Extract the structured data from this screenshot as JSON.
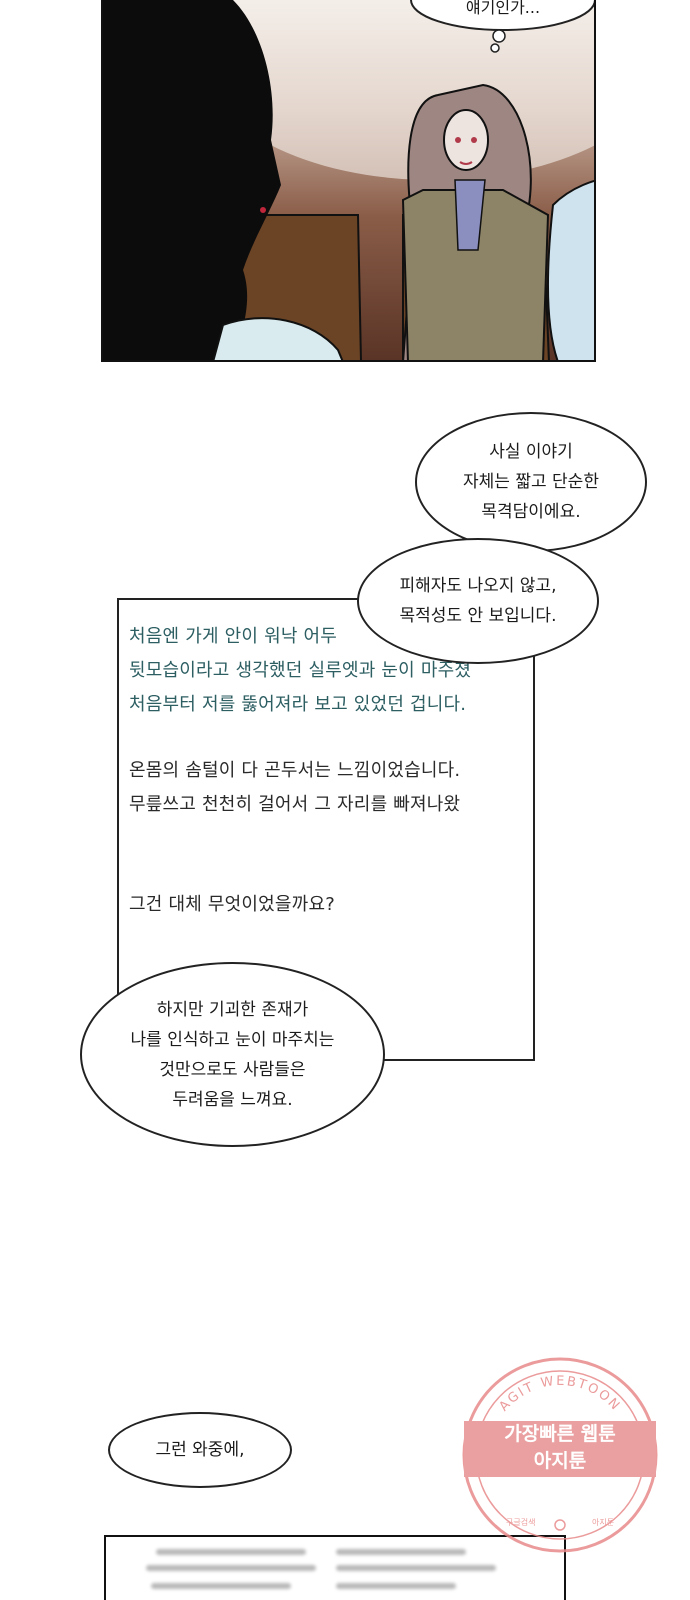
{
  "panel_top": {
    "thought_bubble": "얘기인가..."
  },
  "bubbles": {
    "b1": "사실 이야기\n자체는 짧고 단순한\n목격담이에요.",
    "b2": "피해자도 나오지 않고,\n목적성도 안 보입니다.",
    "b3": "하지만 기괴한 존재가\n나를 인식하고 눈이 마주치는\n것만으로도 사람들은\n두려움을 느껴요.",
    "b4": "그런 와중에,"
  },
  "post": {
    "lines": [
      "처음엔 가게 안이 워낙 어두",
      "뒷모습이라고 생각했던 실루엣과 눈이 마주쳤",
      "처음부터 저를 뚫어져라 보고 있었던 겁니다.",
      "온몸의 솜털이 다 곤두서는 느낌이었습니다.",
      "무릎쓰고 천천히 걸어서 그 자리를 빠져나왔",
      "그건 대체 무엇이었을까요?"
    ]
  },
  "watermark": {
    "ring_text": "AGIT WEBTOON",
    "line1": "가장빠른 웹툰",
    "line2": "아지툰",
    "bottom_left": "구글검색",
    "bottom_right": "아지툰",
    "color": "#e79090"
  }
}
